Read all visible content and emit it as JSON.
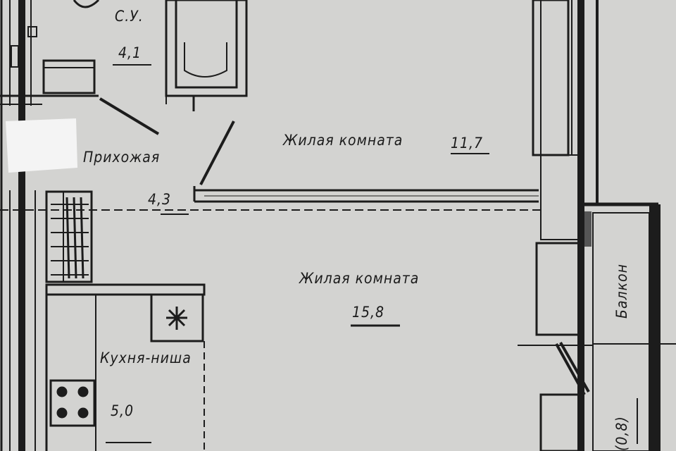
{
  "plan": {
    "rooms": [
      {
        "id": "bathroom",
        "name": "С.У.",
        "area": "4,1"
      },
      {
        "id": "hallway",
        "name": "Прихожая",
        "area": "4,3"
      },
      {
        "id": "living-room-1",
        "name": "Жилая комната",
        "area": "11,7"
      },
      {
        "id": "living-room-2",
        "name": "Жилая комната",
        "area": "15,8"
      },
      {
        "id": "kitchen-niche",
        "name": "Кухня-ниша",
        "area": "5,0"
      },
      {
        "id": "balcony",
        "name": "Балкон",
        "area": "(0,8)"
      }
    ]
  },
  "colors": {
    "paper": "#d3d3d1",
    "ink": "#1c1c1c",
    "redaction": "#f4f4f4"
  }
}
